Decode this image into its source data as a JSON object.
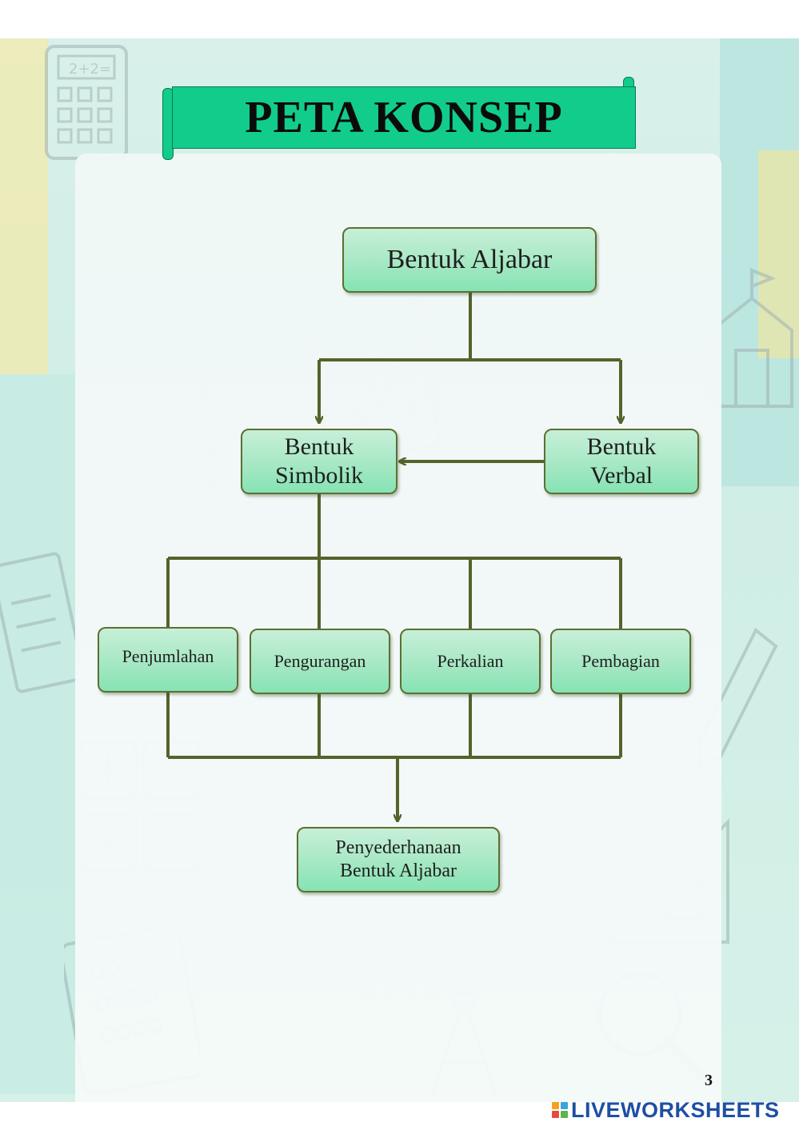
{
  "title": "PETA KONSEP",
  "nodes": {
    "root": "Bentuk Aljabar",
    "simbolik": [
      "Bentuk",
      "Simbolik"
    ],
    "verbal": [
      "Bentuk",
      "Verbal"
    ],
    "penjumlahan": "Penjumlahan",
    "pengurangan": "Pengurangan",
    "perkalian": "Perkalian",
    "pembagian": "Pembagian",
    "penyederhanaan": [
      "Penyederhanaan",
      "Bentuk Aljabar"
    ]
  },
  "page_number": "3",
  "brand": "LIVEWORKSHEETS",
  "colors": {
    "banner": "#12cc8c",
    "node_fill": "#a6e8c4",
    "node_border": "#5d6f31",
    "connector": "#55622a",
    "brand": "#1e4fa3"
  }
}
